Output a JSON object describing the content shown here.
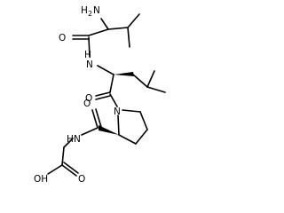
{
  "molecule": {
    "labels": {
      "amine": "NH2",
      "amine_main": "H",
      "amine_sub": "2",
      "amine_n": "N",
      "valine_carbonyl_o": "O",
      "valine_amide_n": "N",
      "valine_amide_h": "H",
      "leucine_carbonyl_o": "O",
      "proline_n": "N",
      "proline_carbonyl_o": "O",
      "glycine_amide_n": "N",
      "glycine_amide_h": "H",
      "acid_carbonyl_o": "O",
      "acid_hydroxyl": "OH"
    }
  }
}
